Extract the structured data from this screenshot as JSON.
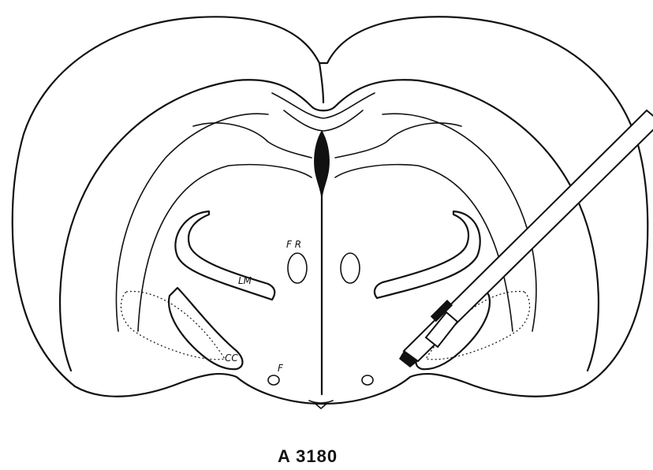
{
  "figure": {
    "caption": "A 3180",
    "labels": {
      "fr": "F R",
      "lm": "LM",
      "cc": "CC",
      "f": "F"
    }
  },
  "colors": {
    "ink": "#111111",
    "paper": "#ffffff"
  }
}
